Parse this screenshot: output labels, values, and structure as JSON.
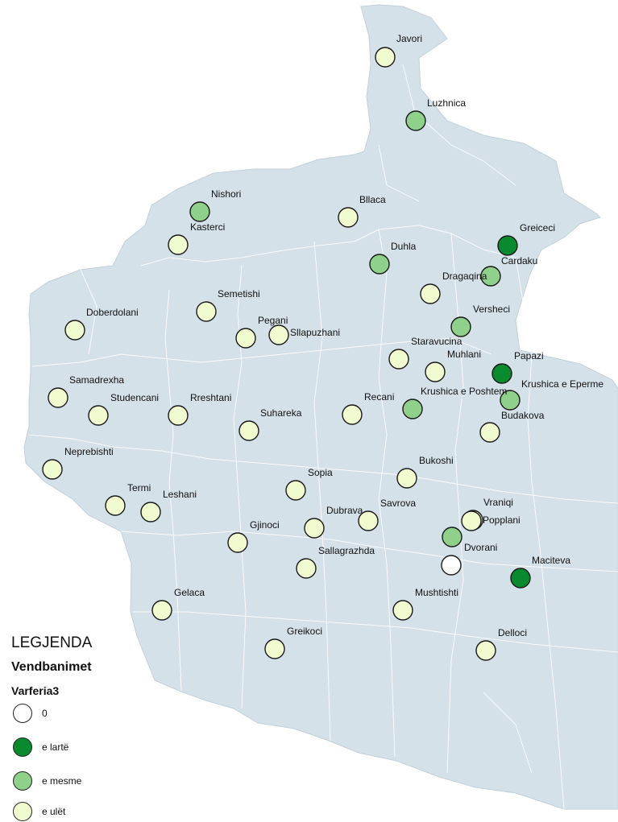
{
  "colors": {
    "region_fill": "#d4e1e8",
    "region_border": "#ffffff",
    "zero": "#ffffff",
    "high": "#0a8a2e",
    "medium": "#8fd18a",
    "low": "#f0fbd0"
  },
  "legend": {
    "title": "LEGJENDA",
    "layer": "Vendbanimet",
    "field": "Varferia3",
    "items": [
      {
        "key": "zero",
        "label": "0"
      },
      {
        "key": "high",
        "label": "e lartë"
      },
      {
        "key": "medium",
        "label": "e mesme"
      },
      {
        "key": "low",
        "label": "e ulët"
      }
    ]
  },
  "settlements": [
    {
      "name": "Javori",
      "class": "low"
    },
    {
      "name": "Luzhnica",
      "class": "medium"
    },
    {
      "name": "Nishori",
      "class": "medium"
    },
    {
      "name": "Kasterci",
      "class": "low"
    },
    {
      "name": "Bllaca",
      "class": "low"
    },
    {
      "name": "Greiceci",
      "class": "high"
    },
    {
      "name": "Duhla",
      "class": "medium"
    },
    {
      "name": "Cardaku",
      "class": "medium"
    },
    {
      "name": "Dragaqina",
      "class": "low"
    },
    {
      "name": "Semetishi",
      "class": "low"
    },
    {
      "name": "Doberdolani",
      "class": "low"
    },
    {
      "name": "Pegani",
      "class": "low"
    },
    {
      "name": "Sllapuzhani",
      "class": "low"
    },
    {
      "name": "Versheci",
      "class": "medium"
    },
    {
      "name": "Staravucina",
      "class": "low"
    },
    {
      "name": "Muhlani",
      "class": "low"
    },
    {
      "name": "Papazi",
      "class": "high"
    },
    {
      "name": "Krushica e Eperme",
      "class": "medium"
    },
    {
      "name": "Samadrexha",
      "class": "low"
    },
    {
      "name": "Studencani",
      "class": "low"
    },
    {
      "name": "Rreshtani",
      "class": "low"
    },
    {
      "name": "Recani",
      "class": "low"
    },
    {
      "name": "Krushica e Poshtem",
      "class": "medium"
    },
    {
      "name": "Budakova",
      "class": "low"
    },
    {
      "name": "Suhareka",
      "class": "low"
    },
    {
      "name": "Neprebishti",
      "class": "low"
    },
    {
      "name": "Bukoshi",
      "class": "low"
    },
    {
      "name": "Sopia",
      "class": "low"
    },
    {
      "name": "Termi",
      "class": "low"
    },
    {
      "name": "Leshani",
      "class": "low"
    },
    {
      "name": "Vraniqi",
      "class": "low"
    },
    {
      "name": "Popplani",
      "class": "low"
    },
    {
      "name": "Savrova",
      "class": "low"
    },
    {
      "name": "Dubrava",
      "class": "low"
    },
    {
      "name": "Gjinoci",
      "class": "low"
    },
    {
      "name": "Dvorani",
      "class": "medium"
    },
    {
      "name": "Sallagrazhda",
      "class": "low"
    },
    {
      "name": "",
      "class": "zero"
    },
    {
      "name": "Maciteva",
      "class": "high"
    },
    {
      "name": "Gelaca",
      "class": "low"
    },
    {
      "name": "Mushtishti",
      "class": "low"
    },
    {
      "name": "Greikoci",
      "class": "low"
    },
    {
      "name": "Delloci",
      "class": "low"
    }
  ]
}
